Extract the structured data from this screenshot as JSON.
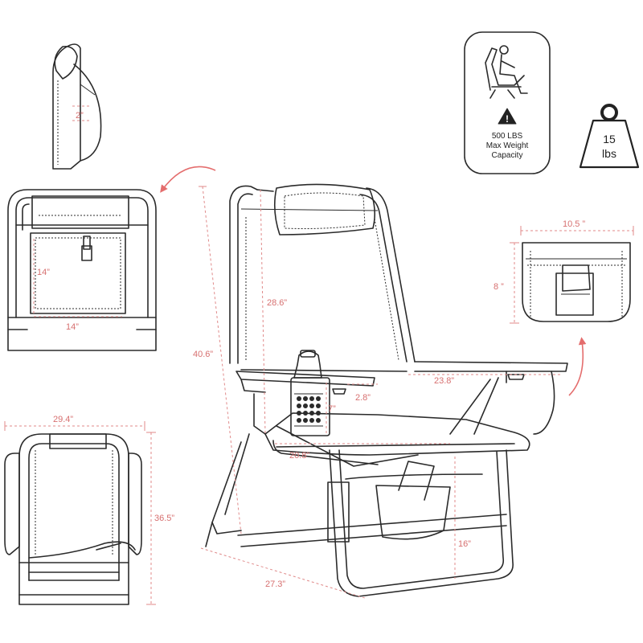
{
  "colors": {
    "line": "#2b2b2b",
    "dimension": "#d77070",
    "arrow": "#e46d6d",
    "background": "#ffffff"
  },
  "dimensions": {
    "strap_depth": "2”",
    "pocket_height": "14”",
    "pocket_width": "14”",
    "folded_width": "29.4”",
    "folded_height": "36.5”",
    "total_height": "40.6”",
    "backrest_height": "28.6”",
    "armrest_length": "23.8”",
    "cupholder_width": "2.8”",
    "cupholder_depth": "7”",
    "seat_width": "20.8”",
    "base_depth": "27.3”",
    "seat_height": "16”",
    "bag_width": "10.5 ”",
    "bag_height": "8 ”"
  },
  "capacity_card": {
    "icon": "person-in-chair-icon",
    "warning_icon": "warning-triangle-icon",
    "line1": "500 LBS",
    "line2": "Max Weight",
    "line3": "Capacity"
  },
  "weight": {
    "icon": "weight-icon",
    "value": "15",
    "unit": "lbs"
  }
}
